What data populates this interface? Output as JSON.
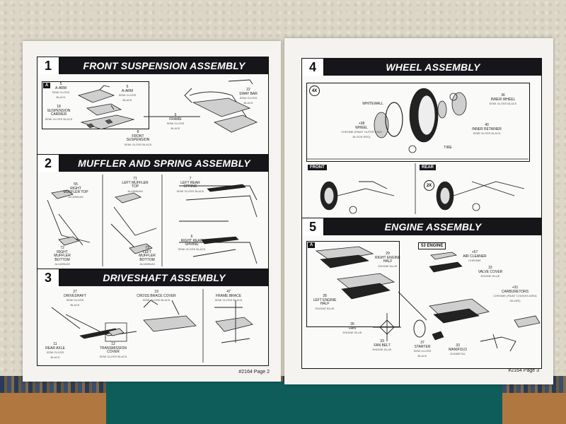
{
  "pages": {
    "left": {
      "footer": "#2164 Page 2",
      "sections": [
        {
          "number": "1",
          "title": "FRONT SUSPENSION ASSEMBLY",
          "tag": "A",
          "labels": {
            "a_arm_1": "5\nA-ARM",
            "a_arm_1_sub": "SEMI GLOSS BLACK",
            "a_arm_2": "5\nA-ARM",
            "a_arm_2_sub": "SEMI GLOSS BLACK",
            "carrier": "18\nSUSPENSION CARRIER",
            "carrier_sub": "SEMI GLOSS BLACK",
            "front_susp": "8\nFRONT SUSPENSION",
            "front_susp_sub": "SEMI GLOSS BLACK",
            "sway": "22\nSWAY BAR",
            "sway_sub": "SEMI GLOSS BLACK",
            "frame": "9\nFRAME",
            "frame_sub": "SEMI GLOSS BLACK"
          }
        },
        {
          "number": "2",
          "title": "MUFFLER AND SPRING ASSEMBLY",
          "labels": {
            "rmt": "55\nRIGHT MUFFLER TOP",
            "rmt_sub": "ALUMINUM",
            "lmt": "71\nLEFT MUFFLER TOP",
            "lmt_sub": "ALUMINUM",
            "lrs": "7\nLEFT REAR SPRING",
            "lrs_sub": "SEMI GLOSS BLACK",
            "rmb": "72\nRIGHT MUFFLER BOTTOM",
            "rmb_sub": "ALUMINUM",
            "lmb": "73\nLEFT MUFFLER BOTTOM",
            "lmb_sub": "ALUMINUM",
            "rrs": "6\nRIGHT REAR SPRING",
            "rrs_sub": "SEMI GLOSS BLACK"
          }
        },
        {
          "number": "3",
          "title": "DRIVESHAFT ASSEMBLY",
          "labels": {
            "driveshaft": "27\nDRIVESHAFT",
            "driveshaft_sub": "SEMI GLOSS BLACK",
            "crossbrace": "19\nCROSS BRACE COVER",
            "crossbrace_sub": "SEMI GLOSS BLACK",
            "framebrace": "47\nFRAME BRACE",
            "framebrace_sub": "SEMI GLOSS BLACK",
            "rearaxle": "11\nREAR AXLE",
            "rearaxle_sub": "SEMI GLOSS BLACK",
            "trans": "12\nTRANSMISSION COVER",
            "trans_sub": "SEMI GLOSS BLACK"
          }
        }
      ]
    },
    "right": {
      "footer": "#2164 Page 3",
      "sections": [
        {
          "number": "4",
          "title": "WHEEL ASSEMBLY",
          "tag": "4X",
          "labels": {
            "whitewall": "WHITEWALL",
            "wheel": "+38\nWHEEL",
            "wheel_sub": "CHROME (PAINT OUTER RING BLOOD RED)",
            "tire": "TIRE",
            "innerwheel": "36\nINNER WHEEL",
            "innerwheel_sub": "SEMI GLOSS BLACK",
            "retainer": "40\nINNER RETAINER",
            "retainer_sub": "SEMI GLOSS BLACK"
          },
          "sub_front": "FRONT",
          "sub_rear": "REAR",
          "rear_mult": "2X"
        },
        {
          "number": "5",
          "title": "ENGINE ASSEMBLY",
          "tag": "A",
          "engine_tag": "53 ENGINE",
          "labels": {
            "rhalf": "29\nRIGHT ENGINE HALF",
            "rhalf_sub": "ENGINE BLUE",
            "lhalf": "28\nLEFT ENGINE HALF",
            "lhalf_sub": "ENGINE BLUE",
            "aircleaner": "+57\nAIR CLEANER",
            "aircleaner_sub": "CHROME",
            "valvecover": "32\nVALVE COVER",
            "valvecover_sub": "ENGINE BLUE",
            "carbs": "+31\nCARBURETORS",
            "carbs_sub": "CHROME (PAINT CHOKES AREA SILVER)",
            "fan": "35\nFAN",
            "fan_sub": "ENGINE BLUE",
            "fanbelt": "33\nFAN BELT",
            "fanbelt_sub": "ENGINE BLUE",
            "starter": "37\nSTARTER",
            "starter_sub": "SEMI GLOSS BLACK",
            "manifold": "33\nMANIFOLD",
            "manifold_sub": "GUNMETAL"
          }
        }
      ]
    }
  },
  "colors": {
    "header_bg": "#15151a",
    "paper": "#f4f3ef",
    "wall": "#dcd6c6",
    "table": "#0f5d5a"
  }
}
